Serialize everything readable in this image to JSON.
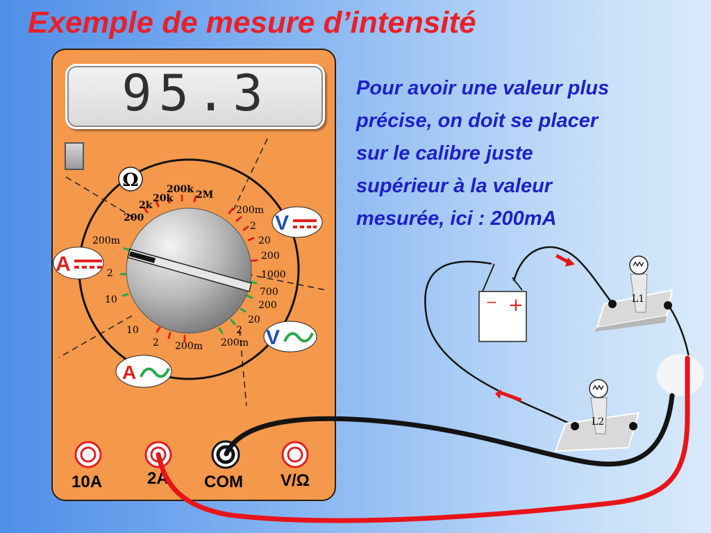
{
  "title": "Exemple de mesure d’intensité",
  "description": {
    "lines": [
      "Pour avoir une valeur plus",
      "précise, on doit se placer",
      "sur le calibre juste",
      "supérieur à la valeur",
      "mesurée, ici : 200mA"
    ]
  },
  "multimeter": {
    "display_value": "95.3",
    "dial_labels": {
      "ohm_symbol": "Ω",
      "ohm_200": "200",
      "ohm_2k": "2k",
      "ohm_20k": "20k",
      "ohm_200k": "200k",
      "ohm_2M": "2M",
      "vdc_200m": "200m",
      "vdc_2": "2",
      "vdc_20": "20",
      "vdc_200": "200",
      "vdc_1000": "1000",
      "vac_700": "700",
      "vac_200": "200",
      "vac_20": "20",
      "vac_2": "2",
      "vac_200m": "200m",
      "aac_200m": "200m",
      "aac_2": "2",
      "aac_10": "10",
      "adc_10": "10",
      "adc_2": "2",
      "adc_200m": "200m"
    },
    "mode_badges": {
      "vdc": "V",
      "vac": "V",
      "adc": "A",
      "aac": "A"
    },
    "jacks": {
      "j10a": "10A",
      "j2a": "2A",
      "com": "COM",
      "vohm": "V/Ω"
    }
  },
  "circuit": {
    "battery_minus": "−",
    "battery_plus": "+",
    "lamp1": "L1",
    "lamp2": "L2"
  },
  "colors": {
    "title": "#e8202a",
    "description": "#1e20c8",
    "meter_body": "#f4984c",
    "wire_red": "#e8141a",
    "wire_black": "#141414",
    "tick_red": "#e02020",
    "tick_green": "#2aa84a"
  }
}
